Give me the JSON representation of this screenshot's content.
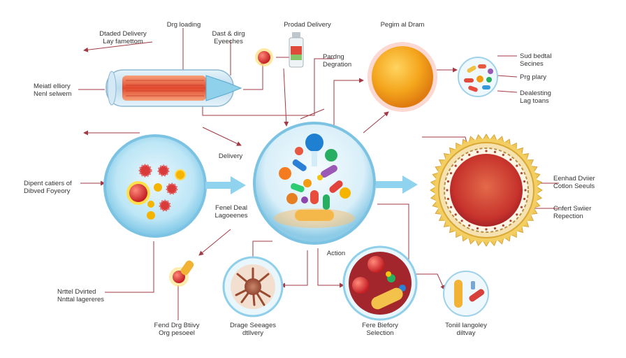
{
  "labels": {
    "drug_loading": "Drg loading",
    "defect_delivery": [
      "Dtaded Delivery",
      "Lay famettom"
    ],
    "dose_timing": [
      "Dast & dirg",
      "Eyeeches"
    ],
    "protected_delivery": "Prodad Delivery",
    "parsing_degradation": [
      "Pardng",
      "Degration"
    ],
    "regional_drain": "Pegim al Dram",
    "medical_delivery": [
      "Meiatl elliory",
      "Nenl selwem"
    ],
    "sugar_bead_sections": [
      "Sud bedtal",
      "Secines"
    ],
    "drug_playing": "Prg plary",
    "dealesting": [
      "Dealesting",
      "Lag toans"
    ],
    "delivery": "Delivery",
    "dipped_carriers": [
      "Dipent catiers of",
      "Dibved Foyeory"
    ],
    "frontal_release": [
      "Fenel Deal",
      "Lagoeenes"
    ],
    "enhanced_layer": [
      "Eenhad Dviier",
      "Cotlon Seeuls"
    ],
    "cellular_barrier": [
      "Cnfert Swiier",
      "Repection"
    ],
    "action": "Action",
    "neural_delivery": [
      "Nrttel Dvirted",
      "Nnttal lagereres"
    ],
    "frontal_drug_delivery": [
      "Fend Drg Btiivy",
      "Org pesoeel"
    ],
    "drug_release_delivery": [
      "Drage Seeages",
      "dtllvery"
    ],
    "free_delivery_selection": [
      "Fere Biefory",
      "Selection"
    ],
    "tumor_targeting": [
      "Toniil langoley",
      "diltvay"
    ]
  },
  "colors": {
    "line": "#a13a45",
    "cell_blue": "#8fd3ef",
    "arrow_blue": "#87cde8",
    "orange_sphere": "#f2a022",
    "dark_red": "#b8262c",
    "gold": "#e9bf4f"
  }
}
